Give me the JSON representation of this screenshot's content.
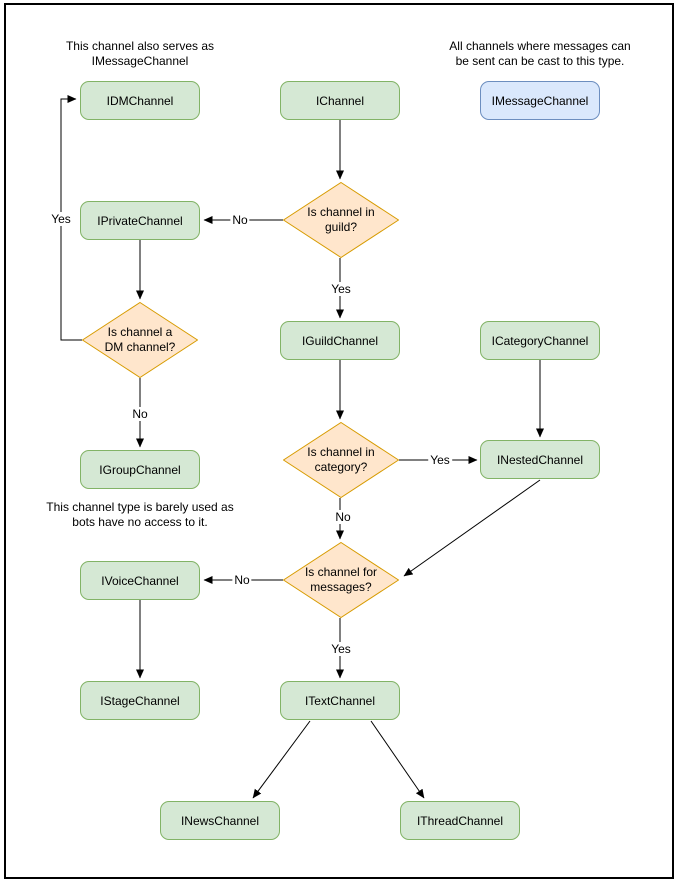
{
  "diagram": {
    "notes": {
      "dm_serves": "This channel also serves as\nIMessageChannel",
      "message_cast": "All channels where messages can\nbe sent can be cast to this type.",
      "group_barely_used": "This channel type is barely used as\nbots have no access to it."
    },
    "nodes": {
      "idm": "IDMChannel",
      "ichannel": "IChannel",
      "imessage": "IMessageChannel",
      "iprivate": "IPrivateChannel",
      "iguild": "IGuildChannel",
      "icategory": "ICategoryChannel",
      "inested": "INestedChannel",
      "igroup": "IGroupChannel",
      "ivoice": "IVoiceChannel",
      "istage": "IStageChannel",
      "itext": "ITextChannel",
      "inews": "INewsChannel",
      "ithread": "IThreadChannel"
    },
    "decisions": {
      "in_guild": "Is channel in\nguild?",
      "is_dm": "Is channel a\nDM channel?",
      "in_category": "Is channel in\ncategory?",
      "for_messages": "Is channel for\nmessages?"
    },
    "edge_labels": {
      "guild_no": "No",
      "guild_yes": "Yes",
      "dm_yes": "Yes",
      "dm_no": "No",
      "category_yes": "Yes",
      "category_no": "No",
      "messages_no": "No",
      "messages_yes": "Yes"
    },
    "colors": {
      "class_fill": "#d5e8d4",
      "class_stroke": "#82b366",
      "decision_fill": "#ffe6cc",
      "decision_stroke": "#d79b00",
      "message_fill": "#dae8fc",
      "message_stroke": "#6c8ebf",
      "edge": "#000000"
    }
  }
}
